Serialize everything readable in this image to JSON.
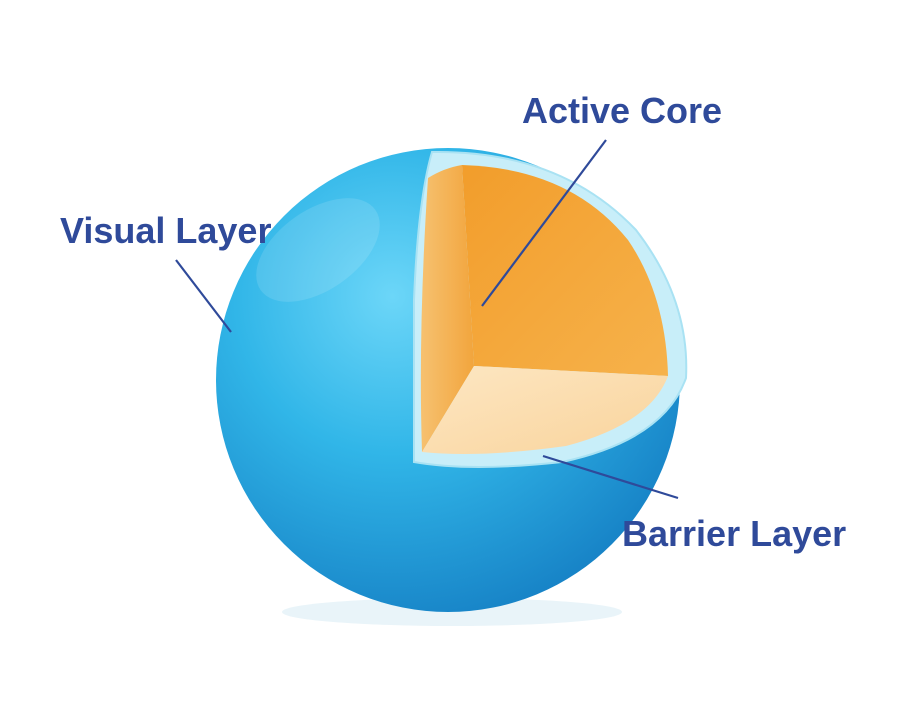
{
  "diagram": {
    "labels": {
      "active_core": "Active Core",
      "visual_layer": "Visual Layer",
      "barrier_layer": "Barrier Layer"
    },
    "colors": {
      "label_text": "#2f4a9a",
      "leader_line": "#2f4a9a",
      "sphere_light": "#5fd0f6",
      "sphere_mid": "#2cb2e6",
      "sphere_dark": "#1883c9",
      "core_top": "#f4a93a",
      "core_left": "#f7b85a",
      "core_bottom": "#fbdcaa",
      "barrier_rim": "#c8eef9"
    }
  }
}
